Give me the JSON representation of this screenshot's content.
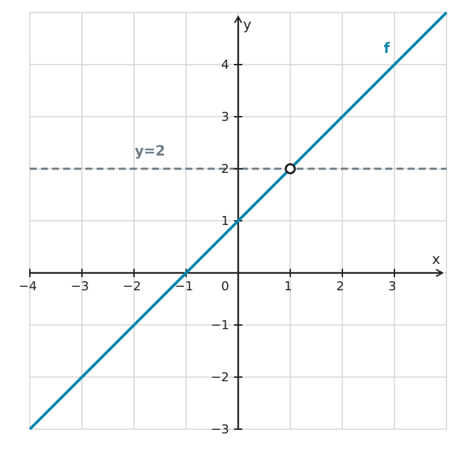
{
  "chart_data": {
    "type": "line",
    "xlim": [
      -4,
      4
    ],
    "ylim": [
      -3,
      5
    ],
    "grid": true,
    "axes": {
      "x_label": "x",
      "y_label": "y"
    },
    "x_ticks": [
      {
        "value": -4,
        "label": "−4"
      },
      {
        "value": -3,
        "label": "−3"
      },
      {
        "value": -2,
        "label": "−2"
      },
      {
        "value": -1,
        "label": "−1"
      },
      {
        "value": 1,
        "label": "1"
      },
      {
        "value": 2,
        "label": "2"
      },
      {
        "value": 3,
        "label": "3"
      }
    ],
    "y_ticks": [
      {
        "value": -3,
        "label": "−3"
      },
      {
        "value": -2,
        "label": "−2"
      },
      {
        "value": -1,
        "label": "−1"
      },
      {
        "value": 1,
        "label": "1"
      },
      {
        "value": 2,
        "label": "2"
      },
      {
        "value": 3,
        "label": "3"
      },
      {
        "value": 4,
        "label": "4"
      }
    ],
    "origin_label": "0",
    "series": [
      {
        "name": "f",
        "color": "#0a84b0",
        "x": [
          -4,
          4
        ],
        "y": [
          -3,
          5
        ]
      }
    ],
    "reference_line": {
      "label": "y=2",
      "y": 2,
      "color": "#6b7a85",
      "style": "dashed"
    },
    "open_point": {
      "x": 1,
      "y": 2
    }
  }
}
